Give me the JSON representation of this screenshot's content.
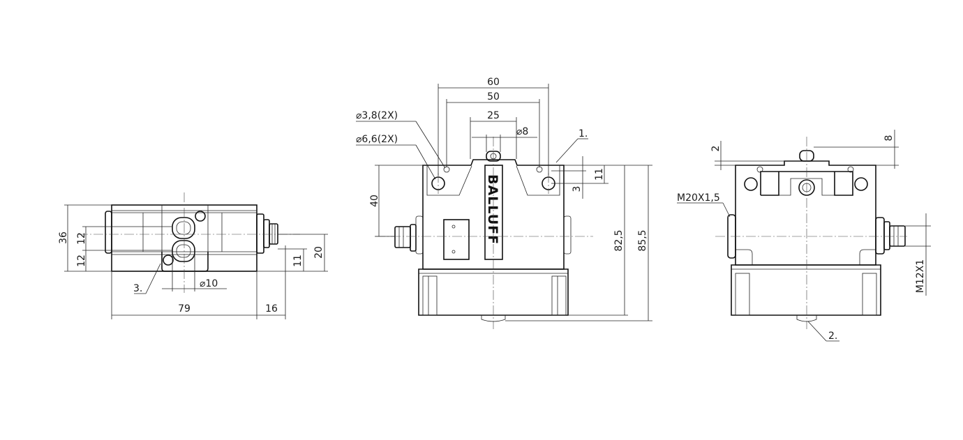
{
  "brand": "BALLUFF",
  "views": {
    "side": {
      "dims": {
        "d36": "36",
        "d12a": "12",
        "d12b": "12",
        "d20": "20",
        "d11": "11",
        "dia10": "⌀10",
        "d79": "79",
        "d16": "16"
      },
      "callout": "3."
    },
    "front": {
      "dims": {
        "d60": "60",
        "d50": "50",
        "d25": "25",
        "dia8": "⌀8",
        "dia38": "⌀3,8(2X)",
        "dia66": "⌀6,6(2X)",
        "d40": "40",
        "d11": "11",
        "d3": "3",
        "d825": "82,5",
        "d855": "85,5"
      },
      "callout": "1."
    },
    "end": {
      "dims": {
        "d2": "2",
        "d8": "8",
        "thread_m20": "M20X1,5",
        "thread_m12": "M12X1"
      },
      "callout": "2."
    }
  }
}
